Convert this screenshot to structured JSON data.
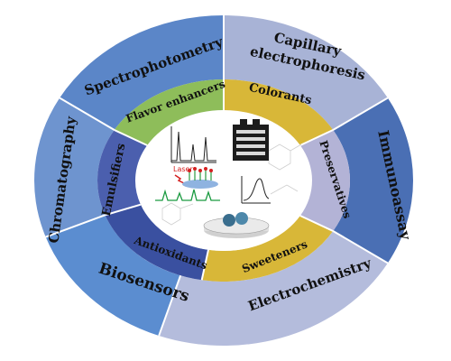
{
  "outer_ring": [
    {
      "label": "Spectrophotometry",
      "color": "#5b86c8"
    },
    {
      "label": "Capillary",
      "label2": "electrophoresis",
      "color": "#a8b3d6"
    },
    {
      "label": "Immunoassay",
      "color": "#4a6fb4"
    },
    {
      "label": "Electrochemistry",
      "color": "#b4bcdc"
    },
    {
      "label": "Biosensors",
      "color": "#5b8dd0"
    },
    {
      "label": "Chromatography",
      "color": "#6e94cf"
    }
  ],
  "inner_ring": [
    {
      "label": "Flavor enhancers",
      "color": "#8ebd5a"
    },
    {
      "label": "Colorants",
      "color": "#d8b738"
    },
    {
      "label": "Preservatives",
      "color": "#b3b3d6"
    },
    {
      "label": "Sweeteners",
      "color": "#d8b738"
    },
    {
      "label": "Antioxidants",
      "color": "#3a50a0"
    },
    {
      "label": "Emulsifiers",
      "color": "#4b5fae"
    }
  ],
  "center": {
    "laser_label": "Laser",
    "colors": {
      "laser": "#d42020",
      "chromatogram": "#1a9a40",
      "chip": "#3a6e8e"
    }
  }
}
